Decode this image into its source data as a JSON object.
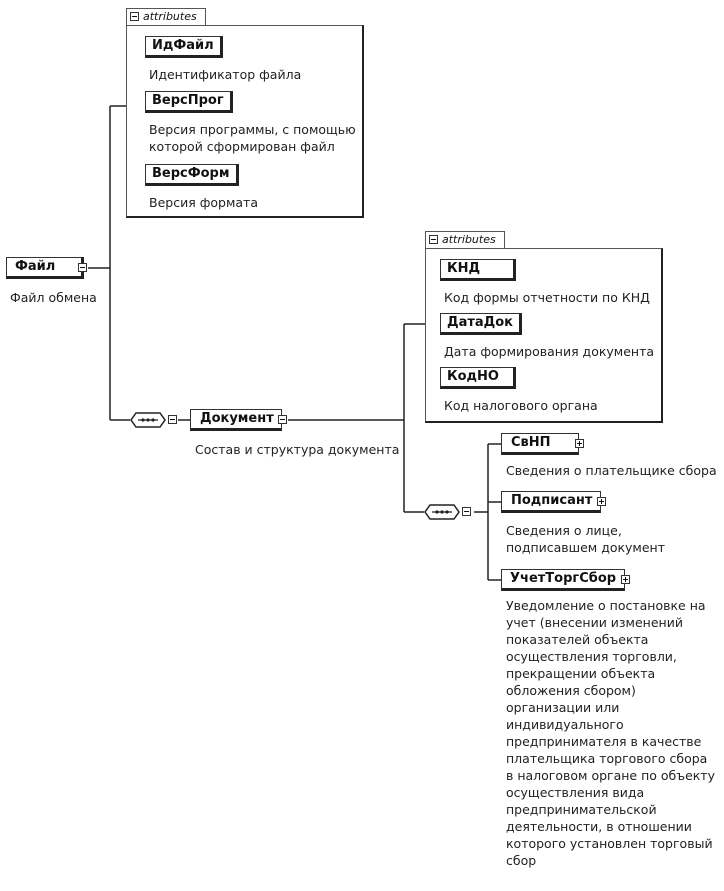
{
  "root": {
    "name": "Файл",
    "description": "Файл обмена"
  },
  "root_attributes": {
    "tab_label": "attributes",
    "items": [
      {
        "name": "ИдФайл",
        "description": "Идентификатор файла"
      },
      {
        "name": "ВерсПрог",
        "description": "Версия программы, с помощью которой сформирован файл"
      },
      {
        "name": "ВерсФорм",
        "description": "Версия формата"
      }
    ]
  },
  "document": {
    "name": "Документ",
    "description": "Состав и структура документа"
  },
  "document_attributes": {
    "tab_label": "attributes",
    "items": [
      {
        "name": "КНД",
        "description": "Код формы отчетности по КНД"
      },
      {
        "name": "ДатаДок",
        "description": "Дата формирования документа"
      },
      {
        "name": "КодНО",
        "description": "Код налогового органа"
      }
    ]
  },
  "document_children": [
    {
      "name": "СвНП",
      "description": "Сведения о плательщике сбора"
    },
    {
      "name": "Подписант",
      "description": "Сведения о лице, подписавшем документ"
    },
    {
      "name": "УчетТоргСбор",
      "description": "Уведомление о постановке на учет (внесении изменений показателей объекта осуществления торговли, прекращении объекта обложения сбором) организации или индивидуального предпринимателя в качестве плательщика торгового сбора в налоговом органе по объекту осуществления вида предпринимательской деятельности, в отношении которого установлен торговый сбор"
    }
  ]
}
